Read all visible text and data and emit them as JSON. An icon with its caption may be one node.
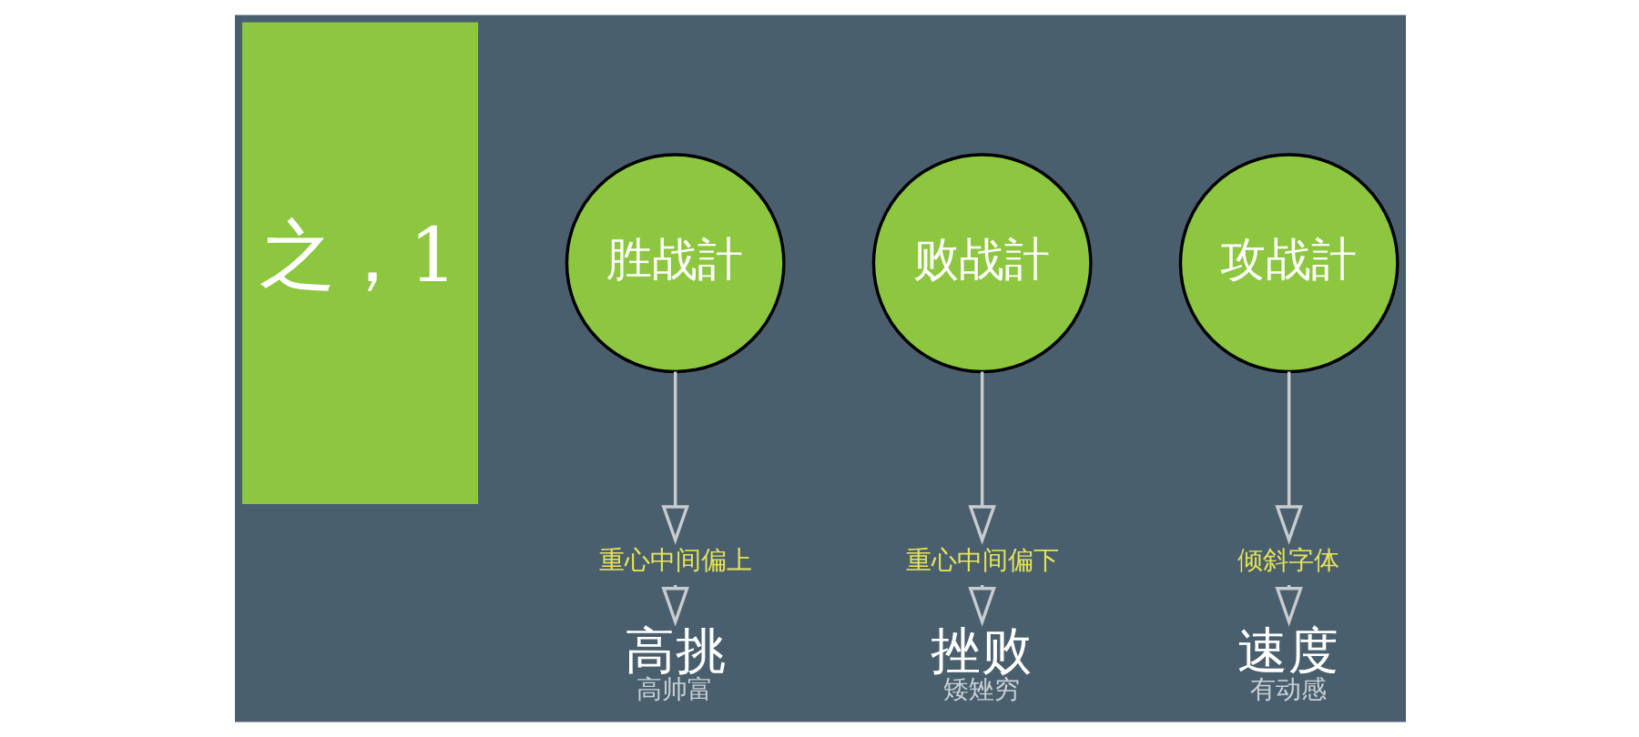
{
  "diagram": {
    "nodes": [
      {
        "text": [
          "之，1"
        ]
      },
      {
        "text": [
          "胜战計"
        ]
      },
      {
        "text": [
          "重心中间偏上"
        ]
      },
      {
        "text": [
          "高挑",
          "高帅富"
        ]
      },
      {
        "text": [
          "败战計"
        ]
      },
      {
        "text": [
          "重心中间偏下"
        ]
      },
      {
        "text": [
          "挫败",
          "矮矬穷"
        ]
      },
      {
        "text": [
          "攻战計"
        ]
      },
      {
        "text": [
          "倾斜字体"
        ]
      },
      {
        "text": [
          "速度",
          "有动感"
        ]
      }
    ],
    "edges": [
      {
        "from": 1,
        "to": 2,
        "arrow": "to"
      },
      {
        "from": 2,
        "to": 3,
        "arrow": "to"
      },
      {
        "from": 4,
        "to": 5,
        "arrow": "to"
      },
      {
        "from": 5,
        "to": 6,
        "arrow": "to"
      },
      {
        "from": 7,
        "to": 8,
        "arrow": "to"
      },
      {
        "from": 8,
        "to": 9,
        "arrow": "to"
      }
    ]
  }
}
